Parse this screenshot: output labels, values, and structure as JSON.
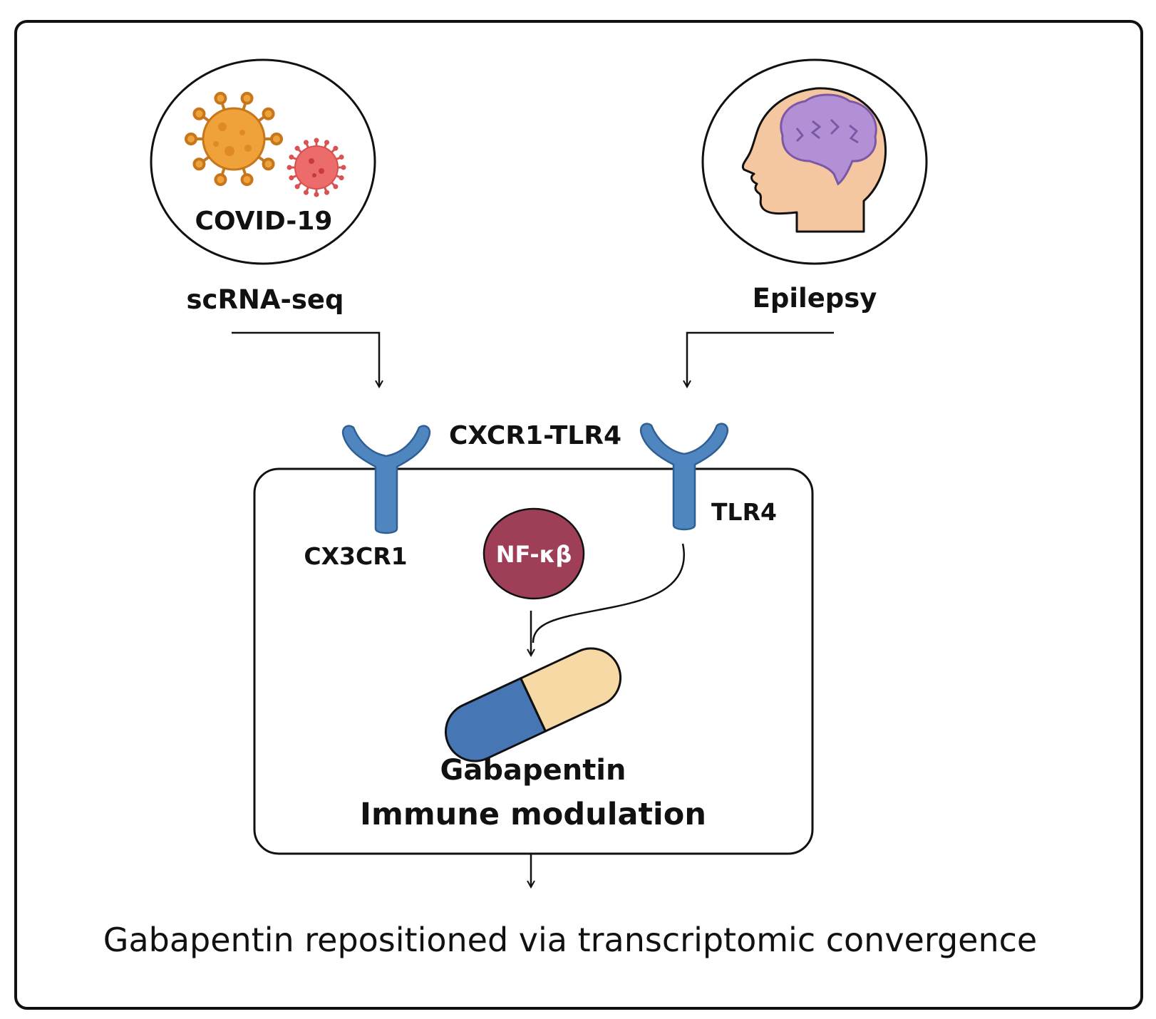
{
  "labels": {
    "covid": "COVID-19",
    "scrna": "scRNA-seq",
    "epilepsy": "Epilepsy",
    "complex": "CXCR1-TLR4",
    "cx3cr1": "CX3CR1",
    "tlr4": "TLR4",
    "nfkb": "NF-κβ",
    "drug": "Gabapentin",
    "effect": "Immune modulation",
    "caption": "Gabapentin repositioned via transcriptomic convergence"
  },
  "icons": {
    "covid": "virus-icon",
    "epilepsy": "head-brain-icon",
    "receptor": "y-receptor-icon",
    "drug": "capsule-icon"
  },
  "colors": {
    "virus_orange": "#f0a23a",
    "virus_red": "#ec6b6b",
    "skin": "#f4c7a1",
    "brain": "#b390d6",
    "receptor": "#4f86c0",
    "nfkb": "#9e3e57",
    "capsule_blue": "#4676b3",
    "capsule_cream": "#f7d9a6"
  }
}
